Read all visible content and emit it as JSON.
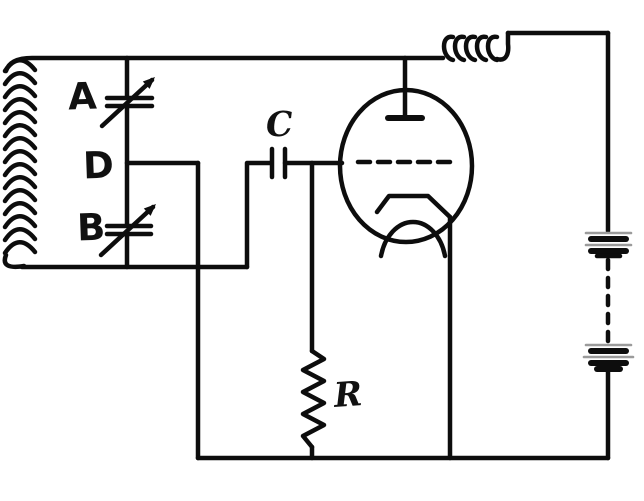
{
  "diagram": {
    "kind": "hand-drawn vacuum-tube oscillator schematic",
    "colors": {
      "ink": "#0d0d0d",
      "background": "#ffffff",
      "battery_long_plate_gray": "#9b9b9b"
    }
  },
  "labels": {
    "cap_a": "A",
    "node_d": "D",
    "cap_b": "B",
    "coupling_cap": "C",
    "grid_resistor": "R"
  },
  "components": [
    "tank-coil-inductor",
    "variable-capacitor-A",
    "tap-node-D",
    "variable-capacitor-B",
    "coupling-capacitor-C",
    "grid-resistor-R",
    "triode-vacuum-tube",
    "plate-coil-inductor",
    "plate-battery-upper",
    "plate-battery-lower",
    "battery-dashed-extension"
  ]
}
